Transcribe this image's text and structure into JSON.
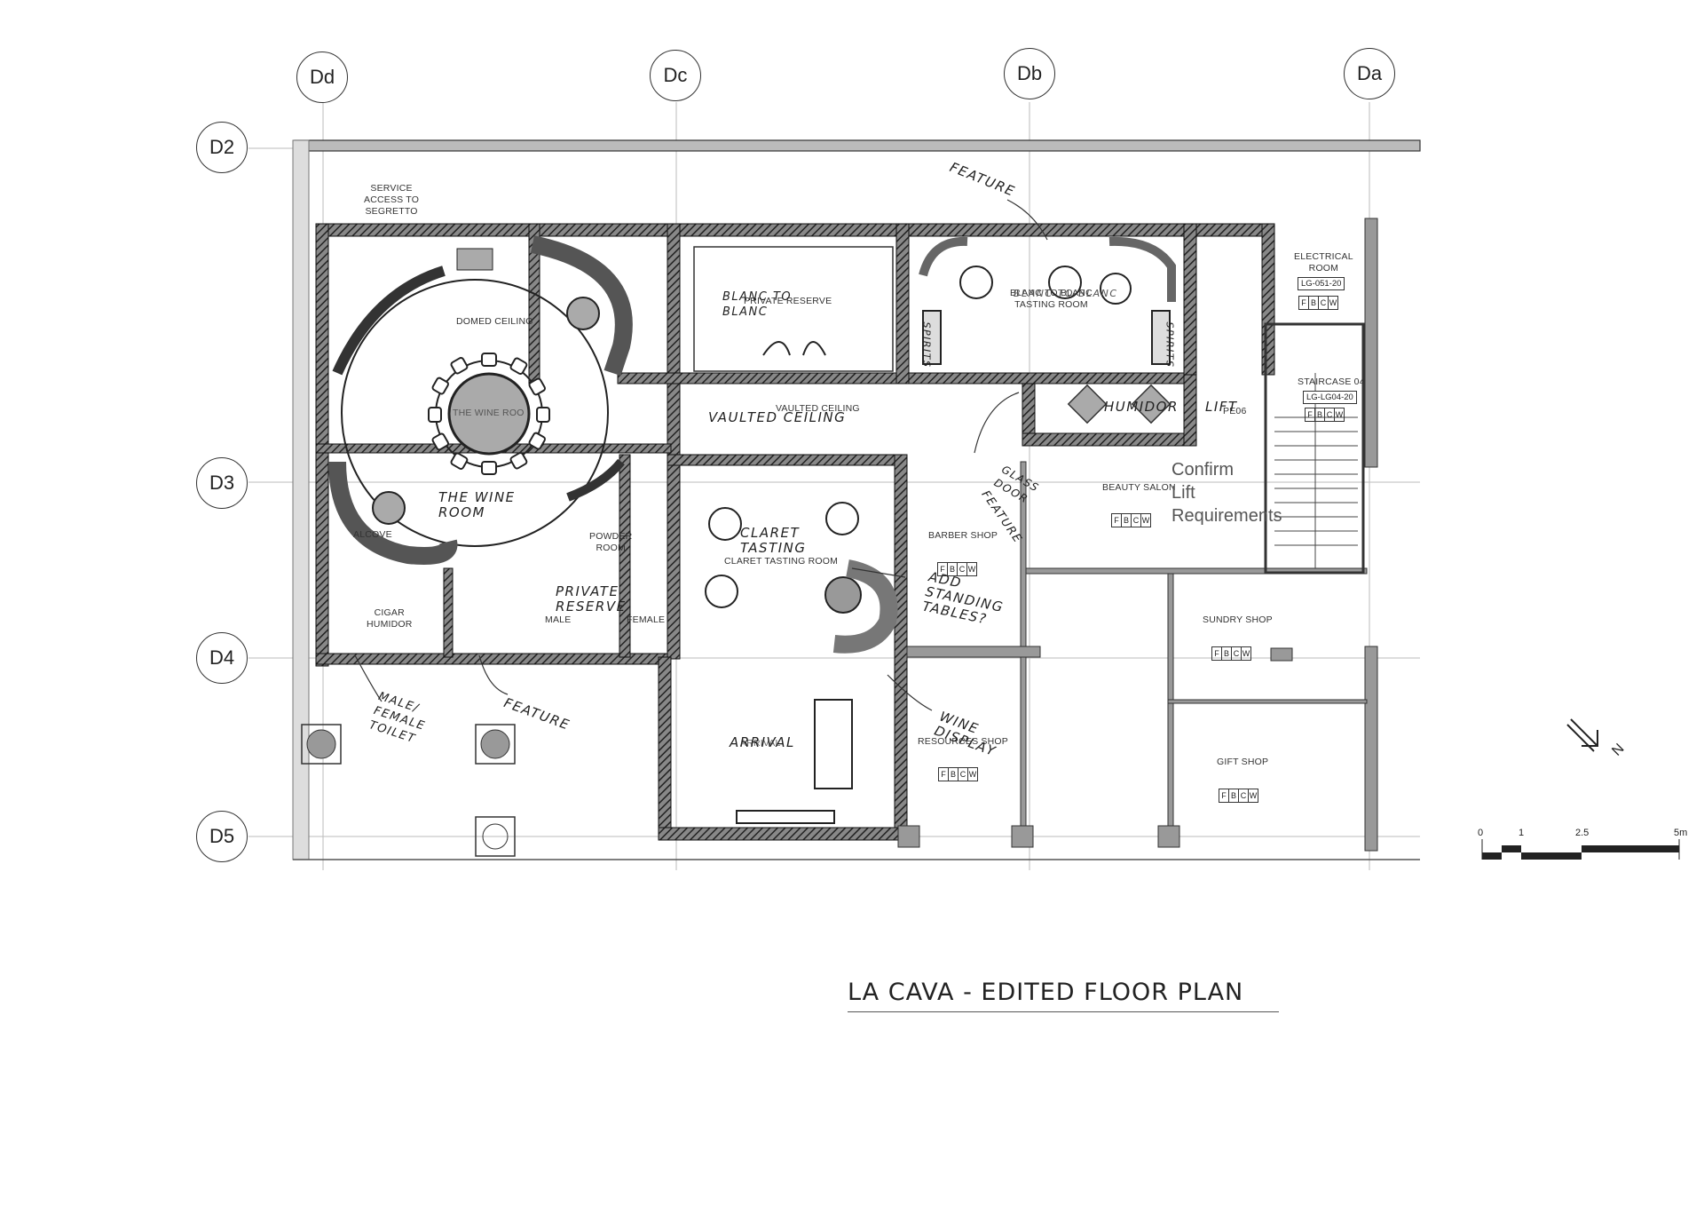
{
  "grid": {
    "columns": [
      "Dd",
      "Dc",
      "Db",
      "Da"
    ],
    "rows": [
      "D2",
      "D3",
      "D4",
      "D5"
    ]
  },
  "rooms": {
    "service_access": "SERVICE\nACCESS TO\nSEGRETTO",
    "domed_ceiling": "DOMED CEILING",
    "the_wine_room": "THE WINE ROO",
    "alcove": "ALCOVE",
    "cigar_humidor": "CIGAR\nHUMIDOR",
    "powder_room": "POWDER\nROOM",
    "male": "MALE",
    "female": "FEMALE",
    "private_reserve": "PRIVATE RESERVE",
    "vaulted_ceiling": "VAULTED CEILING",
    "claret_tasting_room": "CLARET TASTING ROOM",
    "blanc_tasting_room": "BLANC TO BLANC\nTASTING ROOM",
    "electrical_room": "ELECTRICAL\nROOM",
    "staircase": "STAIRCASE 04",
    "beauty_salon": "BEAUTY SALON",
    "barber_shop": "BARBER SHOP",
    "sundry_shop": "SUNDRY SHOP",
    "gift_shop": "GIFT SHOP",
    "resources_shop": "RESOURCES SHOP",
    "arrival": "ARRIVAL",
    "lift_tag": "PE06"
  },
  "codes": {
    "electrical": "LG-051-20",
    "staircase": "LG-LG04-20"
  },
  "fbcw": [
    "F",
    "B",
    "C",
    "W"
  ],
  "annotations": {
    "feature_top": "FEATURE",
    "blanc_to_blanc": "BLANC TO\nBLANC",
    "blanc_to_blanc_2": "BLANC TO BLANC",
    "spirits_left": "SPIRITS",
    "spirits_right": "SPIRITS",
    "humidor": "HUMIDOR",
    "lift": "LIFT",
    "vaulted_ceiling": "VAULTED CEILING",
    "glass_door": "GLASS\nDOOR",
    "feature_right": "FEATURE",
    "the_wine_room": "THE WINE\nROOM",
    "claret_tasting": "CLARET\nTASTING",
    "private_reserve": "PRIVATE\nRESERVE",
    "add_standing_tables": "ADD\nSTANDING\nTABLES?",
    "male_female_toilet": "MALE/\nFEMALE\nTOILET",
    "feature_bottom": "FEATURE",
    "arrival": "ARRIVAL",
    "wine_display": "WINE\nDISPLAY"
  },
  "confirm_note": "Confirm\nLift\nRequirements",
  "title": "LA  CAVA - EDITED FLOOR PLAN",
  "scale": {
    "ticks": [
      "0",
      "1",
      "2.5",
      "5m"
    ]
  },
  "north": "N"
}
